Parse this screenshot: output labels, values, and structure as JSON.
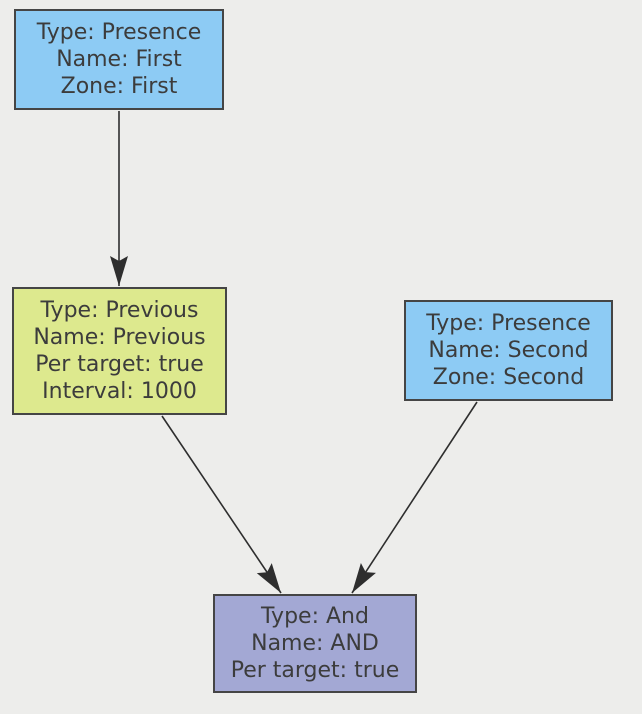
{
  "diagram": {
    "type": "flowchart",
    "background": "#EDEDEB",
    "edge_color": "#2E2E2E",
    "border_color": "#454545",
    "text_color": "#3C3C3C",
    "nodes": [
      {
        "id": "first",
        "fill": "#8DCBF4",
        "lines": [
          "Type: Presence",
          "Name: First",
          "Zone: First"
        ]
      },
      {
        "id": "previous",
        "fill": "#DDE98E",
        "lines": [
          "Type: Previous",
          "Name: Previous",
          "Per target: true",
          "Interval: 1000"
        ]
      },
      {
        "id": "second",
        "fill": "#8DCBF4",
        "lines": [
          "Type: Presence",
          "Name: Second",
          "Zone: Second"
        ]
      },
      {
        "id": "and",
        "fill": "#A3A8D4",
        "lines": [
          "Type: And",
          "Name: AND",
          "Per target: true"
        ]
      }
    ],
    "edges": [
      {
        "from": "first",
        "to": "previous"
      },
      {
        "from": "previous",
        "to": "and"
      },
      {
        "from": "second",
        "to": "and"
      }
    ]
  }
}
